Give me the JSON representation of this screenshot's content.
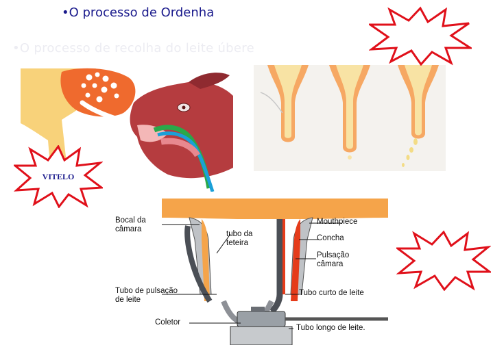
{
  "title": "•O processo de  Ordenha",
  "subtitle_faint": "•O processo de recolha do leite úbere",
  "bursts": {
    "calf": "VITELO",
    "top_right": "",
    "right": ""
  },
  "milking_labels": {
    "bocal_camara": "Bocal da\ncâmara",
    "tubo_teteira": "tubo da\nteteira",
    "tubo_pulsacao": "Tubo de pulsação\nde leite",
    "coletor": "Coletor",
    "mouthpiece": "Mouthpiece",
    "concha": "Concha",
    "pulsacao_camara": "Pulsação\ncâmara",
    "tubo_curto": "Tubo curto de leite",
    "tubo_longo": "Tubo longo de leite."
  },
  "colors": {
    "title": "#1a1a8c",
    "burst_fill": "#ffffff",
    "burst_stroke": "#e0101a",
    "udder_orange": "#f5a44a",
    "milk_yellow": "#f6dc8c",
    "calf_red": "#b43a3a",
    "liner_red": "#e53b1a"
  }
}
